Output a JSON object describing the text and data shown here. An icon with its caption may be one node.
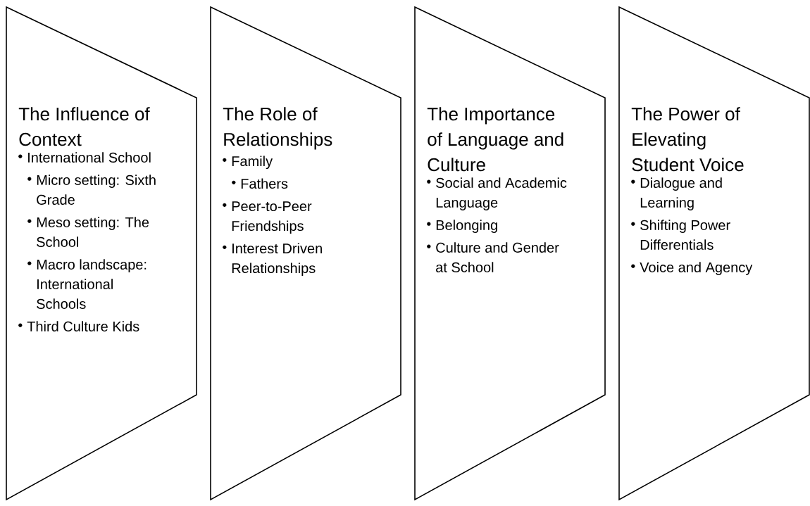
{
  "diagram": {
    "nodes": [
      {
        "text": [
          "The Influence of Context",
          "International School",
          "Micro setting: Sixth Grade",
          "Meso setting: The School",
          "Macro landscape: International Schools",
          "Third Culture Kids"
        ]
      },
      {
        "text": [
          "The Role of Relationships",
          "Family",
          "Fathers",
          "Peer-to-Peer Friendships",
          "Interest Driven Relationships"
        ]
      },
      {
        "text": [
          "The Importance of Language and Culture",
          "Social and Academic Language",
          "Belonging",
          "Culture and Gender at School"
        ]
      },
      {
        "text": [
          "The Power of Elevating Student Voice",
          "Dialogue and Learning",
          "Shifting Power Differentials",
          "Voice and Agency"
        ]
      }
    ]
  }
}
